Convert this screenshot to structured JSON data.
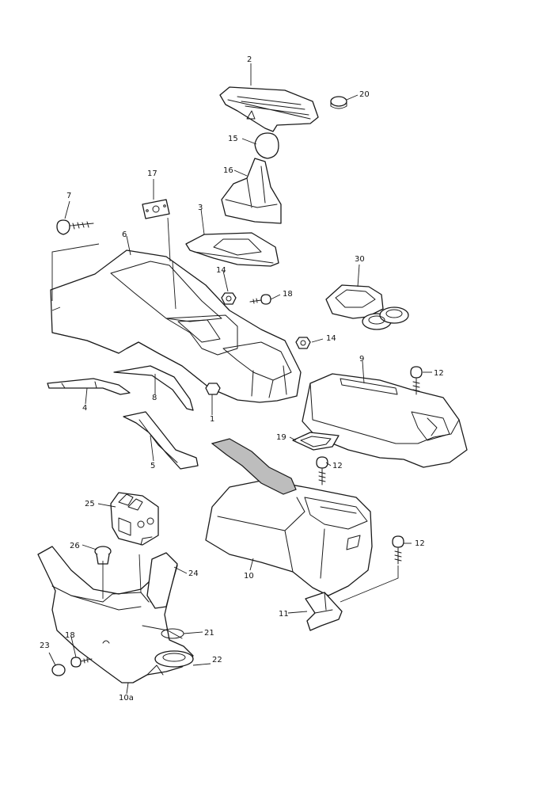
{
  "callouts": {
    "c2": "2",
    "c20": "20",
    "c15": "15",
    "c16": "16",
    "c17": "17",
    "c7": "7",
    "c3": "3",
    "c6": "6",
    "c14a": "14",
    "c18a": "18",
    "c30": "30",
    "c14b": "14",
    "c9": "9",
    "c12a": "12",
    "c4": "4",
    "c8": "8",
    "c1": "1",
    "c19": "19",
    "c12b": "12",
    "c5": "5",
    "c25": "25",
    "c26": "26",
    "c24": "24",
    "c12c": "12",
    "c10": "10",
    "c11": "11",
    "c21": "21",
    "c18b": "18",
    "c23": "23",
    "c22": "22",
    "c10a": "10a"
  },
  "colors": {
    "line": "#1a1a1a",
    "background": "#ffffff"
  }
}
